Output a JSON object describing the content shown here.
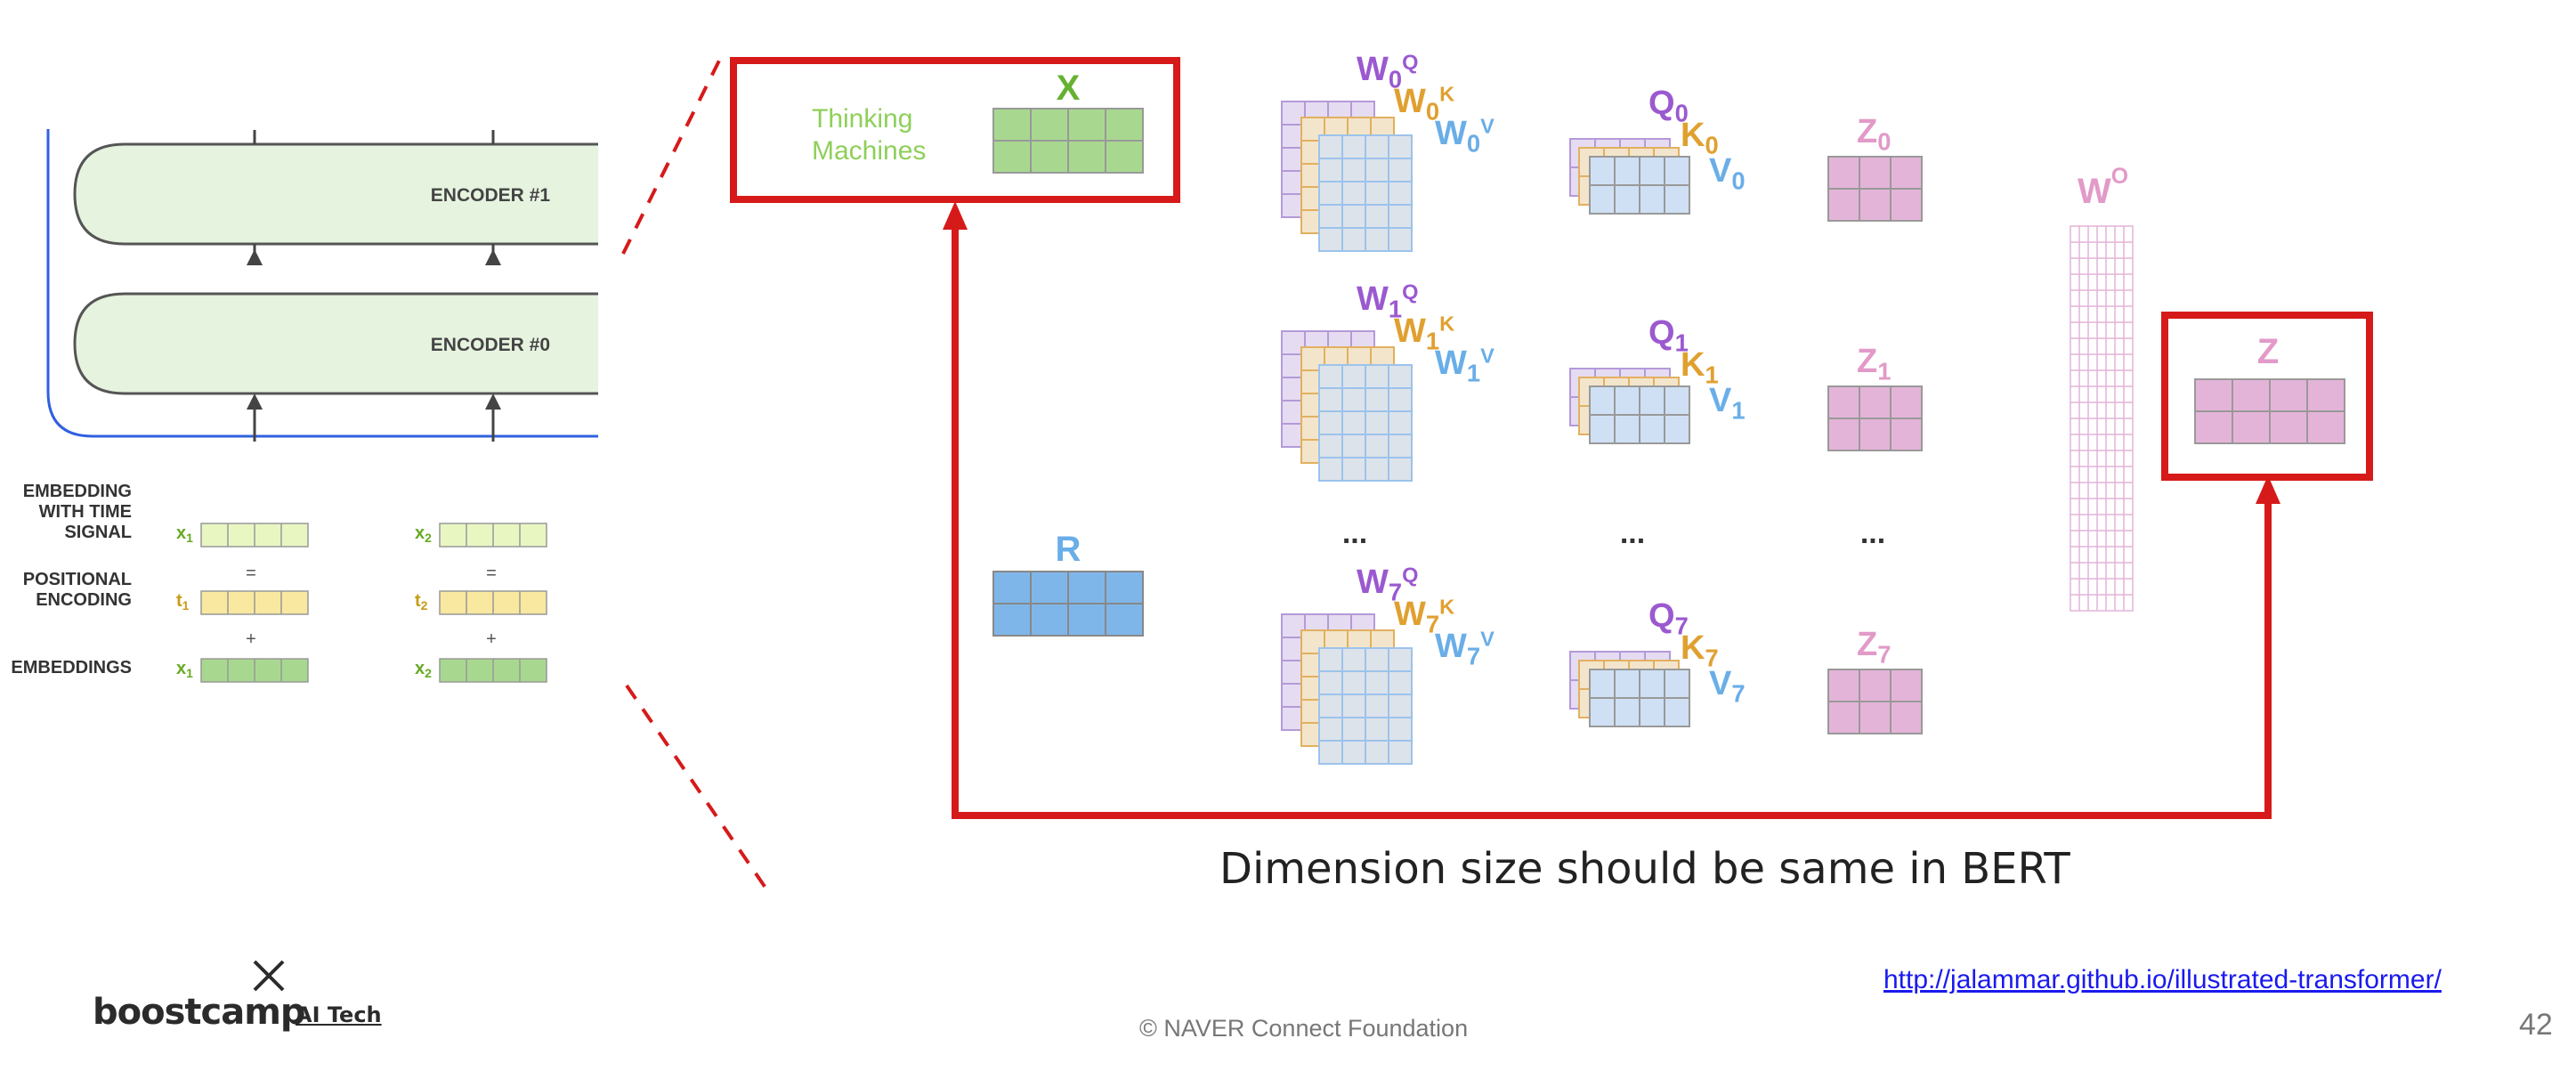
{
  "left_panel": {
    "encoders": [
      "ENCODER #1",
      "ENCODER #0"
    ],
    "rows": [
      {
        "label": [
          "EMBEDDING",
          "WITH TIME",
          "SIGNAL"
        ],
        "tokens": [
          "x1",
          "x2"
        ]
      },
      {
        "label": [
          "POSITIONAL",
          "ENCODING"
        ],
        "tokens": [
          "t1",
          "t2"
        ]
      },
      {
        "label": [
          "EMBEDDINGS"
        ],
        "tokens": [
          "x1",
          "x2"
        ]
      }
    ],
    "operators": [
      "=",
      "+"
    ]
  },
  "input": {
    "words": [
      "Thinking",
      "Machines"
    ],
    "matrix_label": "X"
  },
  "r_label": "R",
  "heads": [
    {
      "wq": "W0Q",
      "wk": "W0K",
      "wv": "W0V",
      "q": "Q0",
      "k": "K0",
      "v": "V0",
      "z": "Z0"
    },
    {
      "wq": "W1Q",
      "wk": "W1K",
      "wv": "W1V",
      "q": "Q1",
      "k": "K1",
      "v": "V1",
      "z": "Z1"
    },
    {
      "wq": "W7Q",
      "wk": "W7K",
      "wv": "W7V",
      "q": "Q7",
      "k": "K7",
      "v": "V7",
      "z": "Z7"
    }
  ],
  "ellipsis": "...",
  "wo_label": "WO",
  "output_label": "Z",
  "caption": "Dimension size should be same in BERT",
  "footer": {
    "copyright": "© NAVER Connect Foundation",
    "link": "http://jalammar.github.io/illustrated-transformer/",
    "page_number": "42",
    "logo_word": "boostcamp",
    "logo_sub": "AI Tech"
  },
  "colors": {
    "red": "#d61a1a",
    "green_light": "#e8f7c2",
    "green": "#a8d890",
    "yellow": "#f8e8a0",
    "purple": "#9b59d0",
    "orange": "#e0a030",
    "blue": "#6aaee8",
    "pink": "#e4b4d8",
    "pink_text": "#e29ac8",
    "encoder_fill": "#e6f3df",
    "blue_line": "#3060e0",
    "matrix_gray": "#d8d8d8",
    "r_fill": "#7fb6ea"
  }
}
